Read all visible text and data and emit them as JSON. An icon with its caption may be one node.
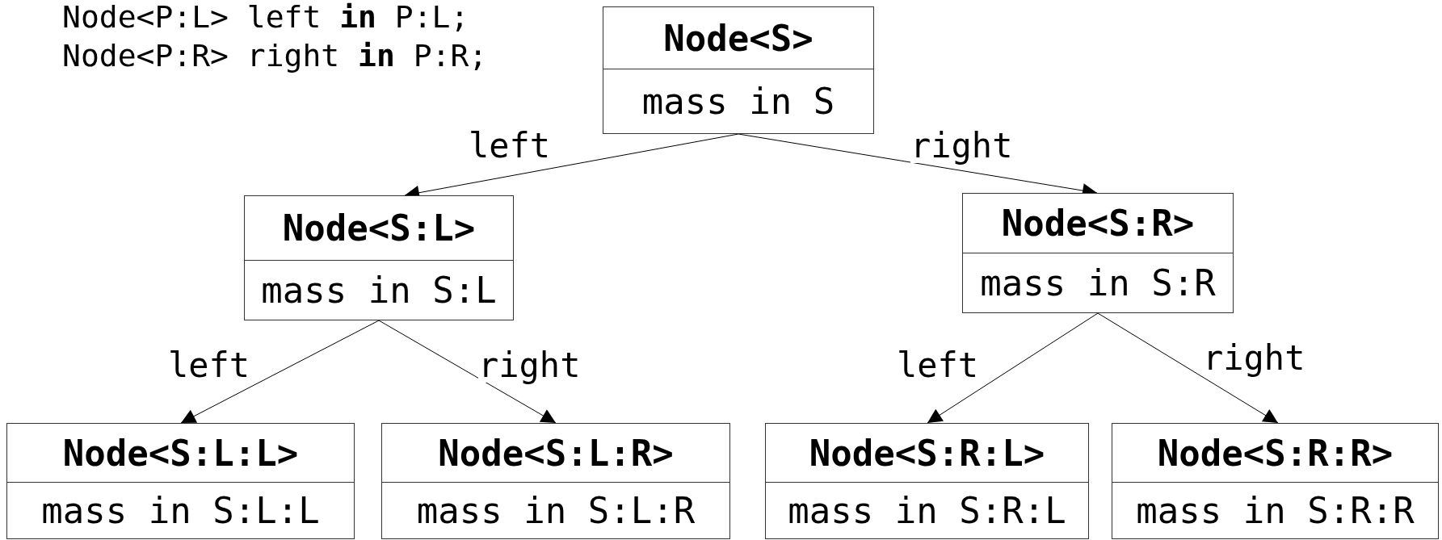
{
  "diagram": {
    "nodes": [
      {
        "text": [
          "Node<S>",
          "mass in S"
        ]
      },
      {
        "text": [
          "Node<S:L>",
          "mass in S:L"
        ]
      },
      {
        "text": [
          "Node<S:R>",
          "mass in S:R"
        ]
      },
      {
        "text": [
          "Node<S:L:L>",
          "mass in S:L:L"
        ]
      },
      {
        "text": [
          "Node<S:L:R>",
          "mass in S:L:R"
        ]
      },
      {
        "text": [
          "Node<S:R:L>",
          "mass in S:R:L"
        ]
      },
      {
        "text": [
          "Node<S:R:R>",
          "mass in S:R:R"
        ]
      }
    ],
    "edges": [
      {
        "from": 0,
        "to": 1,
        "arrow": "to",
        "label": "left"
      },
      {
        "from": 0,
        "to": 2,
        "arrow": "to",
        "label": "right"
      },
      {
        "from": 1,
        "to": 3,
        "arrow": "to",
        "label": "left"
      },
      {
        "from": 1,
        "to": 4,
        "arrow": "to",
        "label": "right"
      },
      {
        "from": 2,
        "to": 5,
        "arrow": "to",
        "label": "left"
      },
      {
        "from": 2,
        "to": 6,
        "arrow": "to",
        "label": "right"
      }
    ],
    "labels": [
      "Node<P:L> left **in** P:L;",
      "Node<P:R> right **in** P:R;"
    ]
  }
}
